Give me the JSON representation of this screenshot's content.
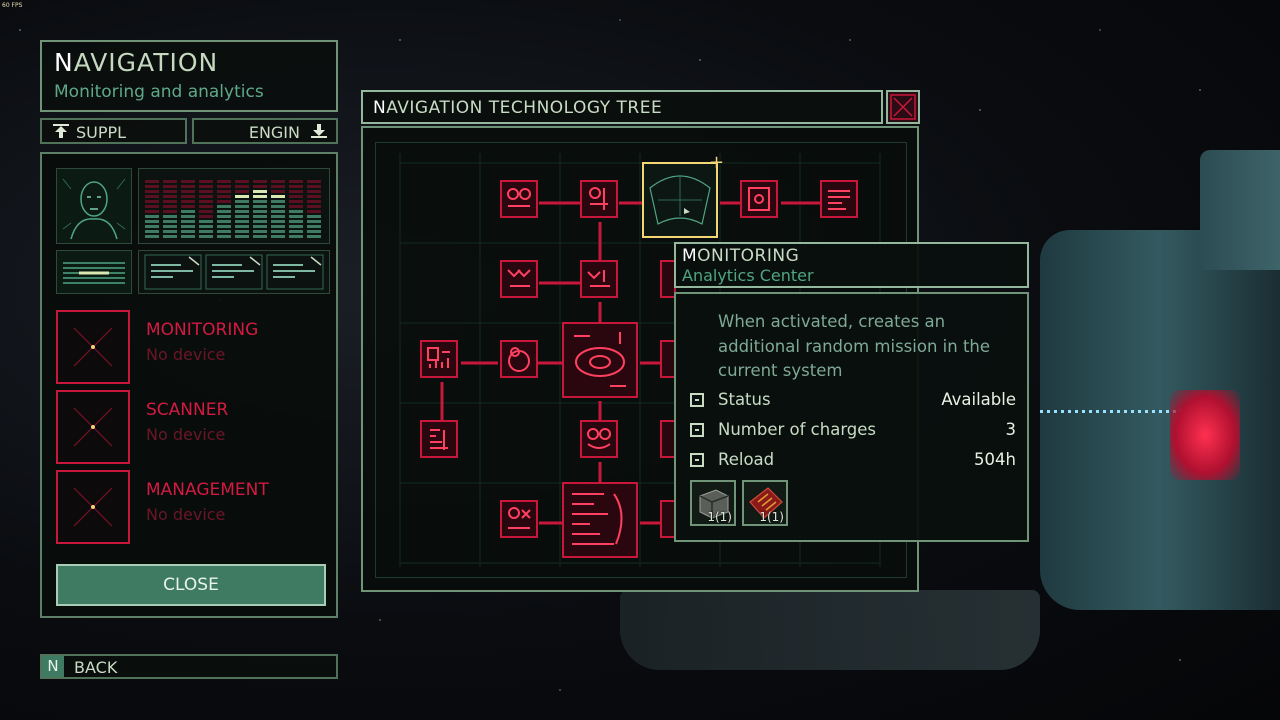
{
  "hud": {
    "fps": "60 FPS"
  },
  "nav": {
    "title_first": "N",
    "title_rest": "AVIGATION",
    "subtitle": "Monitoring and analytics",
    "tabs": [
      {
        "label": "SUPPL",
        "icon": "upload-arrow-icon"
      },
      {
        "label": "ENGIN",
        "icon": "download-arrow-icon"
      }
    ],
    "slots": [
      {
        "name": "MONITORING",
        "status": "No device"
      },
      {
        "name": "SCANNER",
        "status": "No device"
      },
      {
        "name": "MANAGEMENT",
        "status": "No device"
      }
    ],
    "close_label": "CLOSE",
    "back_key": "N",
    "back_label": "BACK"
  },
  "tree": {
    "title_first": "N",
    "title_rest": "AVIGATION TECHNOLOGY TREE"
  },
  "tooltip": {
    "title_first": "M",
    "title_rest": "ONITORING",
    "subtitle": "Analytics Center",
    "description": "When activated, creates an additional random mission in the current system",
    "stats": [
      {
        "label": "Status",
        "value": "Available"
      },
      {
        "label": "Number of charges",
        "value": "3"
      },
      {
        "label": "Reload",
        "value": "504h"
      }
    ],
    "resources": [
      {
        "count": "1(1)",
        "icon": "metal-crate-icon"
      },
      {
        "count": "1(1)",
        "icon": "circuit-board-icon"
      }
    ]
  },
  "colors": {
    "accent_green": "#3f7a62",
    "frame_green": "#93b89e",
    "tech_red": "#c7173a",
    "highlight_yellow": "#f2d774"
  }
}
